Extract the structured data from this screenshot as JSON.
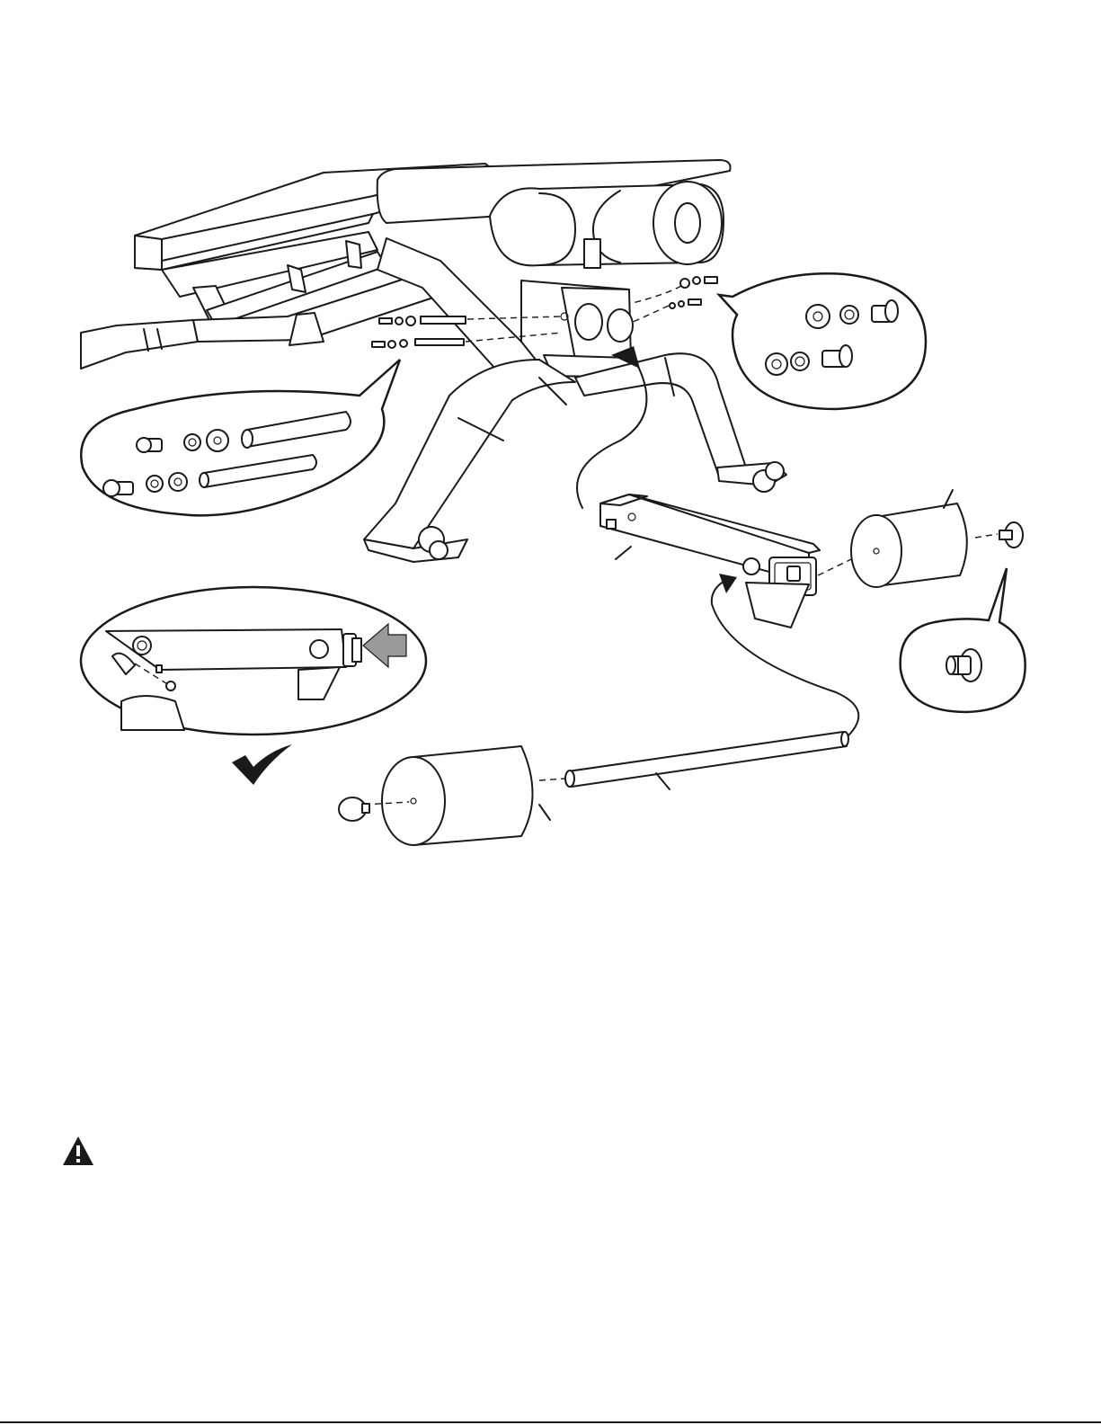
{
  "diagram": {
    "parts": [
      {
        "id": "bench",
        "icon": "bench-icon"
      },
      {
        "id": "leg-extension-arm",
        "icon": "leg-extension-arm-icon"
      },
      {
        "id": "roller-pad-right",
        "icon": "roller-pad-icon"
      },
      {
        "id": "roller-pad-left",
        "icon": "roller-pad-icon"
      },
      {
        "id": "roller-tube",
        "icon": "tube-icon"
      },
      {
        "id": "end-cap-right",
        "icon": "end-cap-icon"
      },
      {
        "id": "end-cap-left",
        "icon": "end-cap-icon"
      }
    ],
    "callouts": [
      {
        "id": "hardware-left",
        "icon": "bolts-washers-spacers-icon"
      },
      {
        "id": "hardware-right",
        "icon": "bolts-washers-icon"
      },
      {
        "id": "end-cap-detail",
        "icon": "end-cap-icon"
      },
      {
        "id": "pop-pin-detail",
        "icon": "pop-pin-icon"
      }
    ],
    "indicators": {
      "checkmark": "checkmark-icon",
      "warning": "warning-icon",
      "push-arrow": "push-arrow-icon"
    },
    "colors": {
      "line": "#1a1a1a",
      "arrow_fill": "#9a9a9a",
      "warning": "#1a1a1a"
    }
  }
}
